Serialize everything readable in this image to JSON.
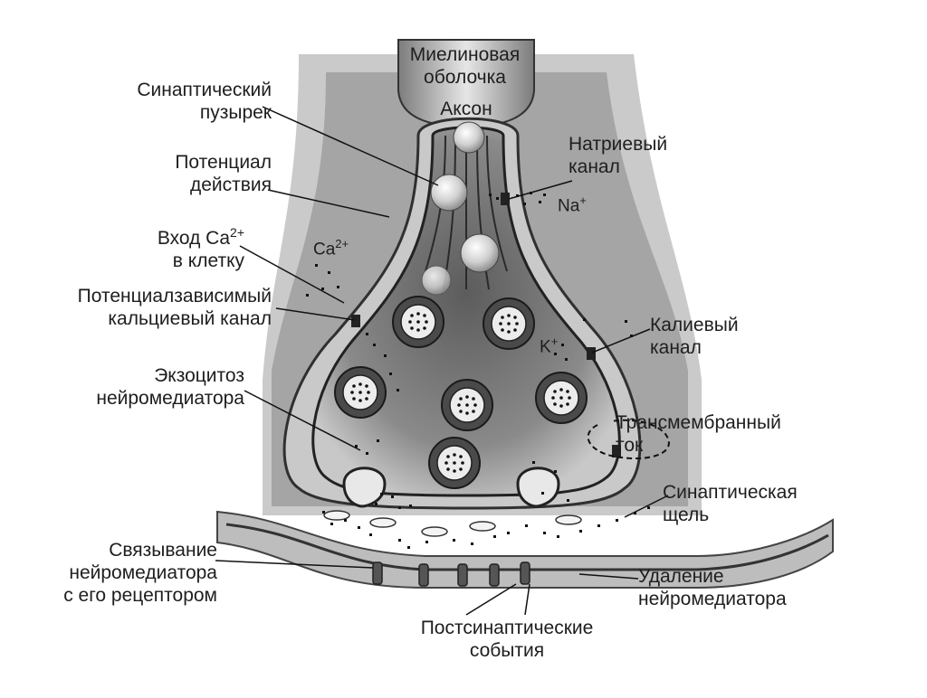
{
  "labels": {
    "myelin": "Миелиновая\nоболочка",
    "axon": "Аксон",
    "vesicle": "Синаптический\nпузырек",
    "action_potential": "Потенциал\nдействия",
    "ca_entry_pre": "Вход Ca",
    "ca_entry_sup": "2+",
    "ca_entry_post": "в клетку",
    "ca_channel": "Потенциалзависимый\nкальциевый канал",
    "exocytosis": "Экзоцитоз\nнейромедиатора",
    "binding": "Связывание\nнейромедиатора\nс его рецептором",
    "sodium_channel": "Натриевый\nканал",
    "potassium_channel": "Калиевый\nканал",
    "transmembrane": "Трансмембранный\nток",
    "cleft": "Синаптическая\nщель",
    "removal": "Удаление\nнейромедиатора",
    "postsynaptic": "Постсинаптические\nсобытия"
  },
  "ions": {
    "na": {
      "base": "Na",
      "sup": "+"
    },
    "ca": {
      "base": "Ca",
      "sup": "2+"
    },
    "k": {
      "base": "K",
      "sup": "+"
    }
  }
}
